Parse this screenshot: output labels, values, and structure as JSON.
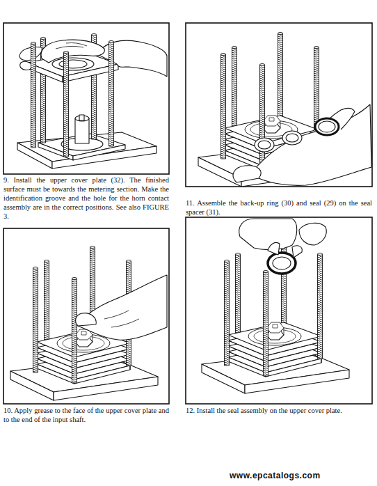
{
  "diagram": {
    "labels": [
      "9. Install the upper cover plate (32). The finished surface must be towards the metering section. Make the identification groove and the hole for the horn contact assembly are in the correct positions. See also FIGURE 3.",
      "11. Assemble the back-up ring (30) and seal (29) on the seal spacer (31).",
      "10. Apply grease to the face of the upper cover plate and to the end of the input shaft.",
      "12. Install the seal assembly on the upper cover plate.",
      "www.epcatalogs.com"
    ]
  }
}
